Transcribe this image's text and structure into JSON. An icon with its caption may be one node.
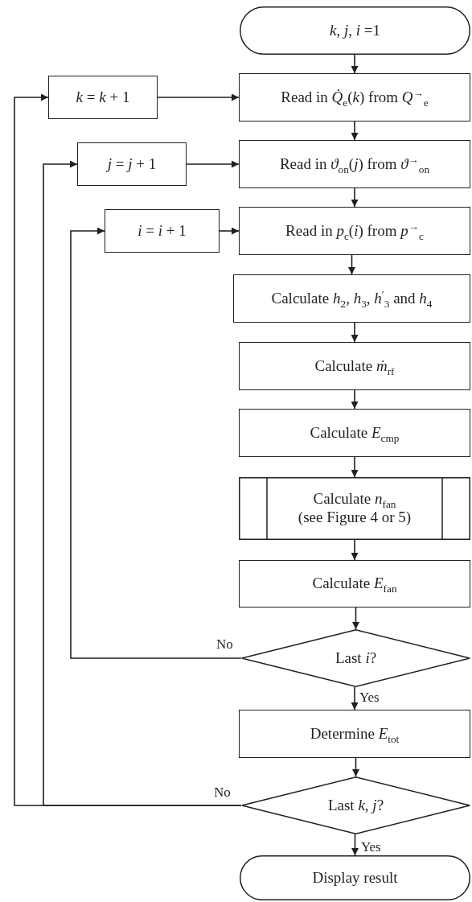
{
  "diagram": {
    "nodes": [
      {
        "text": [
          "*k*, *j*, *i* =1"
        ]
      },
      {
        "text": [
          "Read in *Q̇*$_{e}$(*k*) from *Q*$^{→}$$_{e}$"
        ]
      },
      {
        "text": [
          "Read in *ϑ*$_{on}$(*j*) from *ϑ*$^{→}$$_{on}$"
        ]
      },
      {
        "text": [
          "Read in *p*$_{c}$(*i*) from *p*$^{→}$$_{c}$"
        ]
      },
      {
        "text": [
          "Calculate *h*$_{2}$, *h*$_{3}$, *h*$^{′}$$_{3}$ and *h*$_{4}$"
        ]
      },
      {
        "text": [
          "Calculate *ṁ*$_{rf}$"
        ]
      },
      {
        "text": [
          "Calculate *E*$_{cmp}$"
        ]
      },
      {
        "text": [
          "Calculate *n*$_{fan}$",
          "(see Figure 4 or 5)"
        ]
      },
      {
        "text": [
          "Calculate *E*$_{fan}$"
        ]
      },
      {
        "text": [
          "Last *i*?"
        ]
      },
      {
        "text": [
          "Determine *E*$_{tot}$"
        ]
      },
      {
        "text": [
          "Last *k*, *j*?"
        ]
      },
      {
        "text": [
          "Display result"
        ]
      },
      {
        "text": [
          "*k* = *k* + 1"
        ]
      },
      {
        "text": [
          "*j* = *j* + 1"
        ]
      },
      {
        "text": [
          "*i* = *i* + 1"
        ]
      }
    ],
    "edges": [
      {
        "from": 0,
        "to": 1,
        "arrow": "to"
      },
      {
        "from": 13,
        "to": 1,
        "arrow": "to"
      },
      {
        "from": 1,
        "to": 2,
        "arrow": "to"
      },
      {
        "from": 14,
        "to": 2,
        "arrow": "to"
      },
      {
        "from": 2,
        "to": 3,
        "arrow": "to"
      },
      {
        "from": 15,
        "to": 3,
        "arrow": "to"
      },
      {
        "from": 3,
        "to": 4,
        "arrow": "to"
      },
      {
        "from": 4,
        "to": 5,
        "arrow": "to"
      },
      {
        "from": 5,
        "to": 6,
        "arrow": "to"
      },
      {
        "from": 6,
        "to": 7,
        "arrow": "to"
      },
      {
        "from": 7,
        "to": 8,
        "arrow": "to"
      },
      {
        "from": 8,
        "to": 9,
        "arrow": "to"
      },
      {
        "from": 9,
        "to": 15,
        "label": "No",
        "arrow": "to"
      },
      {
        "from": 9,
        "to": 10,
        "label": "Yes",
        "arrow": "to"
      },
      {
        "from": 10,
        "to": 11,
        "arrow": "to"
      },
      {
        "from": 11,
        "to": 13,
        "label": "No",
        "arrow": "to"
      },
      {
        "from": 11,
        "to": 14,
        "arrow": "to"
      },
      {
        "from": 11,
        "to": 12,
        "label": "Yes",
        "arrow": "to"
      }
    ]
  }
}
